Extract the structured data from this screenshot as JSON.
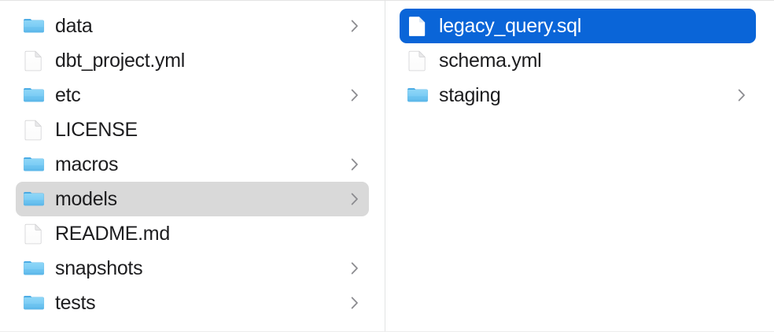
{
  "window": {
    "view_mode": "column",
    "accent_color": "#0a65d8",
    "inactive_selection_color": "#d9d9d9",
    "folder_color": "#6cc3f3",
    "divider_color": "#e2e3e4",
    "text_color": "#1d1d1f",
    "chevron_color": "#8a8a8e"
  },
  "columns": [
    {
      "name": "project-root-column",
      "items": [
        {
          "label": "data",
          "kind": "folder",
          "has_chevron": true,
          "selected": false
        },
        {
          "label": "dbt_project.yml",
          "kind": "document",
          "has_chevron": false,
          "selected": false
        },
        {
          "label": "etc",
          "kind": "folder",
          "has_chevron": true,
          "selected": false
        },
        {
          "label": "LICENSE",
          "kind": "document",
          "has_chevron": false,
          "selected": false
        },
        {
          "label": "macros",
          "kind": "folder",
          "has_chevron": true,
          "selected": false
        },
        {
          "label": "models",
          "kind": "folder",
          "has_chevron": true,
          "selected": true,
          "selection_state": "inactive"
        },
        {
          "label": "README.md",
          "kind": "document",
          "has_chevron": false,
          "selected": false
        },
        {
          "label": "snapshots",
          "kind": "folder",
          "has_chevron": true,
          "selected": false
        },
        {
          "label": "tests",
          "kind": "folder",
          "has_chevron": true,
          "selected": false
        }
      ]
    },
    {
      "name": "models-column",
      "items": [
        {
          "label": "legacy_query.sql",
          "kind": "document",
          "has_chevron": false,
          "selected": true,
          "selection_state": "active"
        },
        {
          "label": "schema.yml",
          "kind": "document",
          "has_chevron": false,
          "selected": false
        },
        {
          "label": "staging",
          "kind": "folder",
          "has_chevron": true,
          "selected": false
        }
      ]
    }
  ],
  "icons": {
    "folder": "folder-icon",
    "document": "document-icon",
    "document_selected": "document-icon-selected",
    "chevron": "chevron-right-icon"
  }
}
